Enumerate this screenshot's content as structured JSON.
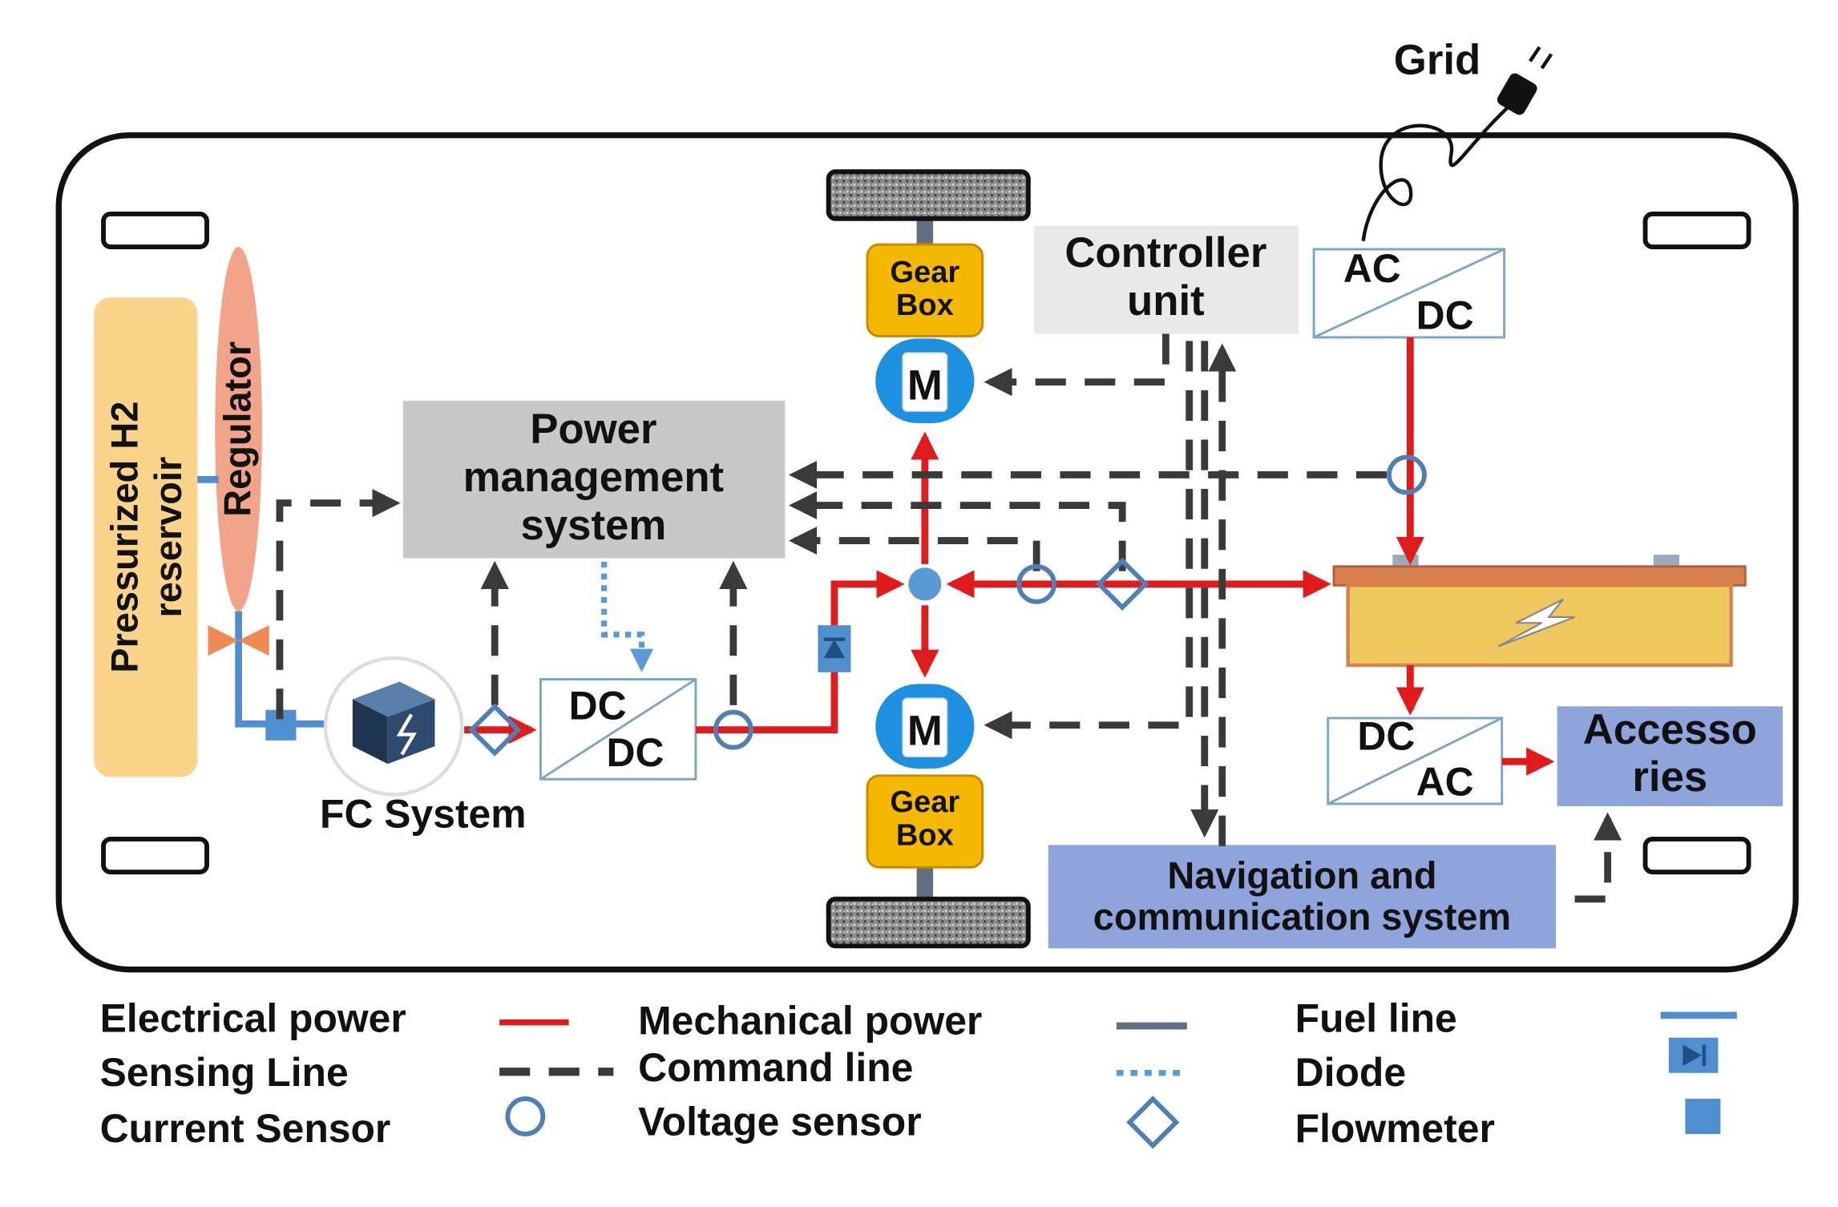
{
  "labels": {
    "grid": "Grid",
    "reservoir_line1": "Pressurized H2",
    "reservoir_line2": "reservoir",
    "regulator": "Regulator",
    "pms_line1": "Power",
    "pms_line2": "management",
    "pms_line3": "system",
    "controller_line1": "Controller",
    "controller_line2": "unit",
    "acdc_top": "AC",
    "acdc_bottom": "DC",
    "dcdc_top": "DC",
    "dcdc_bottom": "DC",
    "dcac_top": "DC",
    "dcac_bottom": "AC",
    "accessories_line1": "Accesso",
    "accessories_line2": "ries",
    "gearbox_line1": "Gear",
    "gearbox_line2": "Box",
    "motor": "M",
    "fc_system": "FC System",
    "nav_line1": "Navigation and",
    "nav_line2": "communication system"
  },
  "legend": {
    "electrical_power": "Electrical power",
    "sensing_line": "Sensing Line",
    "current_sensor": "Current Sensor",
    "mechanical_power": "Mechanical power",
    "command_line": "Command line",
    "voltage_sensor": "Voltage sensor",
    "fuel_line": "Fuel line",
    "diode": "Diode",
    "flowmeter": "Flowmeter"
  },
  "colors": {
    "electrical": "#e01b1b",
    "sensing": "#3a3a3a",
    "command": "#5b9bd5",
    "fuel": "#4f8fcf",
    "mechanical": "#607080",
    "reservoir": "#fbd38a",
    "regulator": "#f2a48a",
    "pms": "#c8c8c8",
    "controller": "#e9e9e9",
    "gearbox": "#f5b800",
    "motor": "#1e90e0",
    "battery": "#f0c860",
    "nav": "#8ea4db"
  },
  "icons": {
    "plug": "plug-icon",
    "fuel_cell": "fuel-cell-icon",
    "battery": "battery-icon",
    "lightning": "lightning-icon",
    "valve": "valve-icon",
    "diode": "diode-icon"
  }
}
